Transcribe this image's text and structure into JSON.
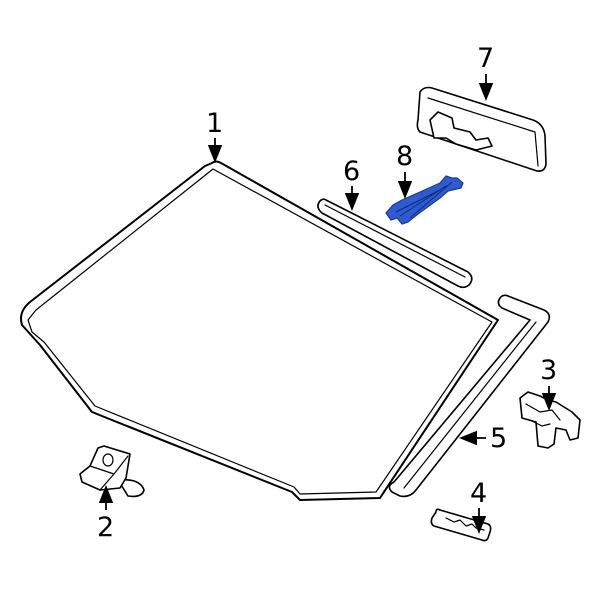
{
  "diagram": {
    "type": "exploded parts diagram",
    "subject": "Windshield assembly",
    "highlight_color": "#2f5bd0",
    "callouts": [
      {
        "id": "1",
        "label": "1",
        "part": "windshield-glass"
      },
      {
        "id": "2",
        "label": "2",
        "part": "glass-stopper-clip"
      },
      {
        "id": "3",
        "label": "3",
        "part": "retainer-clip"
      },
      {
        "id": "4",
        "label": "4",
        "part": "spacer-bracket"
      },
      {
        "id": "5",
        "label": "5",
        "part": "side-molding"
      },
      {
        "id": "6",
        "label": "6",
        "part": "upper-molding"
      },
      {
        "id": "7",
        "label": "7",
        "part": "rear-view-mirror"
      },
      {
        "id": "8",
        "label": "8",
        "part": "mirror-cover-highlighted"
      }
    ]
  }
}
